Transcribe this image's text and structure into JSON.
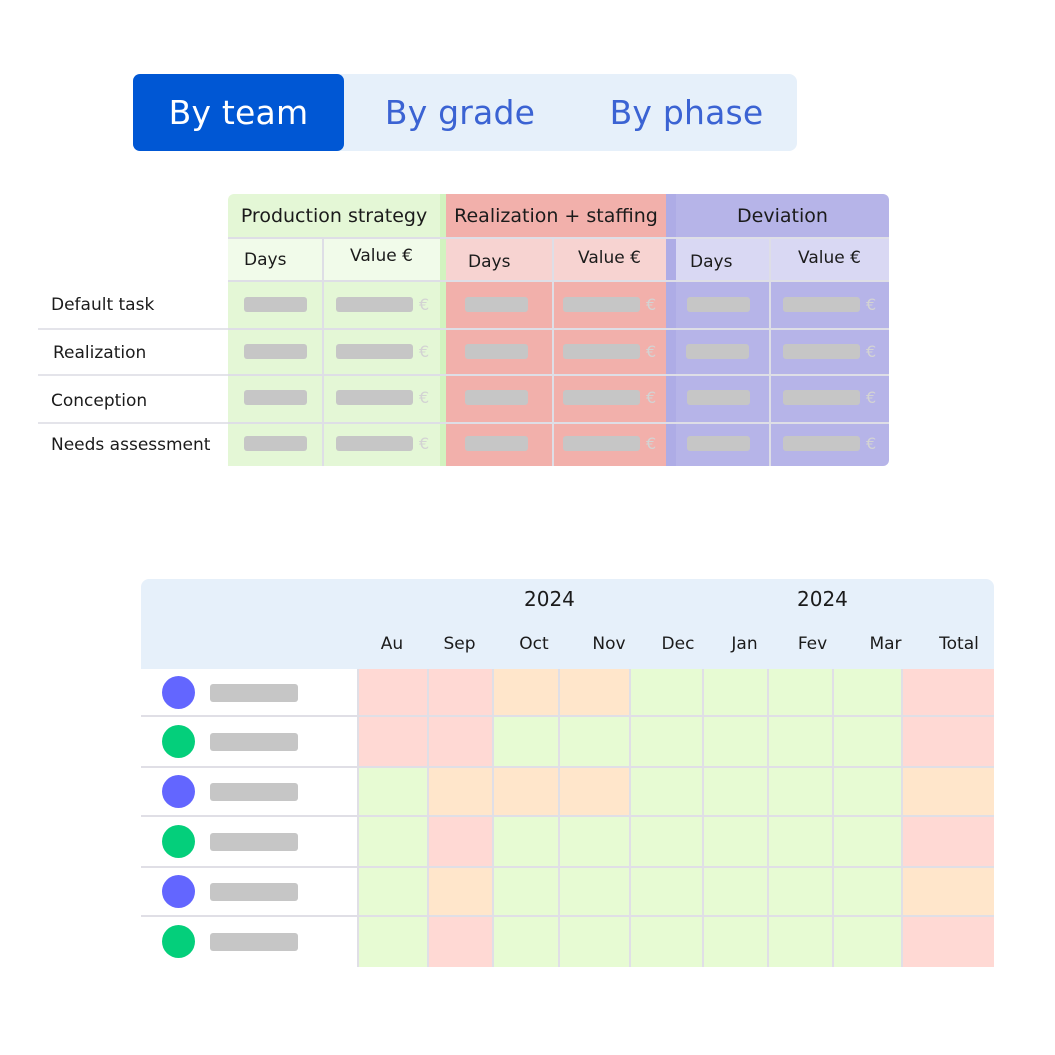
{
  "view_toggle": {
    "options": [
      {
        "label": "By team",
        "active": true
      },
      {
        "label": "By grade",
        "active": false
      },
      {
        "label": "By phase",
        "active": false
      }
    ],
    "active_color": "#0057D4",
    "background_color": "#E6F0FA"
  },
  "phase_table": {
    "groups": [
      {
        "label": "Production strategy",
        "color": "#E4F7D6",
        "columns": [
          "Days",
          "Value €"
        ]
      },
      {
        "label": "Realization + staffing",
        "color": "#F2B0AB",
        "columns": [
          "Days",
          "Value €"
        ]
      },
      {
        "label": "Deviation",
        "color": "#B6B4E8",
        "columns": [
          "Days",
          "Value €"
        ]
      }
    ],
    "rows": [
      {
        "label": "Default task"
      },
      {
        "label": "Realization"
      },
      {
        "label": "Conception"
      },
      {
        "label": "Needs assessment"
      }
    ],
    "currency_symbol": "€",
    "value_placeholder": "redacted"
  },
  "team_grid": {
    "years": [
      {
        "label": "2024"
      },
      {
        "label": "2024"
      }
    ],
    "months": [
      "Au",
      "Sep",
      "Oct",
      "Nov",
      "Dec",
      "Jan",
      "Fev",
      "Mar",
      "Total"
    ],
    "status_colors": {
      "red": "#FFD9D4",
      "orange": "#FFE6CB",
      "green": "#E7FBD3"
    },
    "rows": [
      {
        "avatar_color": "#6366FF",
        "cells": [
          "red",
          "red",
          "orange",
          "orange",
          "green",
          "green",
          "green",
          "green",
          "red"
        ]
      },
      {
        "avatar_color": "#04CF7B",
        "cells": [
          "red",
          "red",
          "green",
          "green",
          "green",
          "green",
          "green",
          "green",
          "red"
        ]
      },
      {
        "avatar_color": "#6366FF",
        "cells": [
          "green",
          "orange",
          "orange",
          "orange",
          "green",
          "green",
          "green",
          "green",
          "orange"
        ]
      },
      {
        "avatar_color": "#04CF7B",
        "cells": [
          "green",
          "red",
          "green",
          "green",
          "green",
          "green",
          "green",
          "green",
          "red"
        ]
      },
      {
        "avatar_color": "#6366FF",
        "cells": [
          "green",
          "orange",
          "green",
          "green",
          "green",
          "green",
          "green",
          "green",
          "orange"
        ]
      },
      {
        "avatar_color": "#04CF7B",
        "cells": [
          "green",
          "red",
          "green",
          "green",
          "green",
          "green",
          "green",
          "green",
          "red"
        ]
      }
    ]
  }
}
